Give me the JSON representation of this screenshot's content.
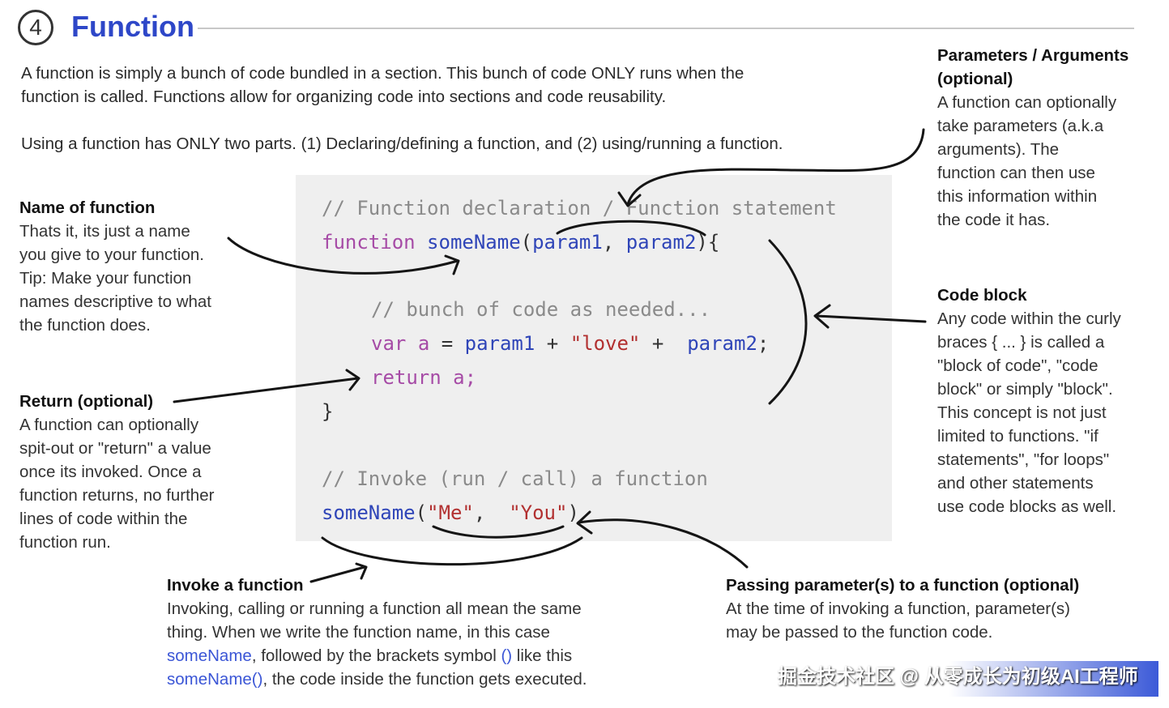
{
  "header": {
    "number": "4",
    "title": "Function"
  },
  "intro": {
    "line1": "A function is simply a bunch of code bundled in a section. This bunch of code ONLY runs when the",
    "line2": "function is called. Functions allow for organizing code into sections and code reusability.",
    "line3": "Using a function has ONLY two parts. (1) Declaring/defining a function, and (2) using/running a function."
  },
  "code": {
    "comment_declaration": "// Function declaration / Function statement",
    "kw_function": "function",
    "fn_name": "someName",
    "paren_open": "(",
    "param1": "param1",
    "comma": ",",
    "param2": "param2",
    "paren_close_brace": "){",
    "comment_body": "// bunch of code as needed...",
    "kw_var": "var",
    "var_a": "a",
    "equals": "=",
    "use_param1": "param1",
    "plus1": "+",
    "str_love": "\"love\"",
    "plus2": "+",
    "use_param2": "param2",
    "semicolon": ";",
    "kw_return": "return",
    "return_a": "a;",
    "brace_close": "}",
    "comment_invoke": "// Invoke (run / call) a function",
    "invoke_name": "someName",
    "invoke_open": "(",
    "arg_me": "\"Me\"",
    "invoke_comma": ",",
    "arg_you": "\"You\"",
    "invoke_close": ")"
  },
  "notes": {
    "name_of_function": {
      "title": "Name of function",
      "lines": [
        "Thats it, its just a name",
        "you give to your function.",
        "Tip: Make your function",
        "names descriptive to what",
        "the function does."
      ]
    },
    "return": {
      "title": "Return (optional)",
      "lines": [
        "A function can optionally",
        "spit-out or \"return\" a value",
        "once its invoked. Once a",
        "function returns, no further",
        "lines of code within the",
        "function run."
      ]
    },
    "parameters": {
      "title_line1": "Parameters / Arguments",
      "title_line2": "(optional)",
      "lines": [
        "A function can optionally",
        "take parameters (a.k.a",
        "arguments). The",
        "function can then use",
        "this information within",
        "the code it has."
      ]
    },
    "code_block": {
      "title": "Code block",
      "lines": [
        "Any code within the curly",
        "braces { ... } is called a",
        "\"block of code\", \"code",
        "block\" or simply \"block\".",
        "This concept is not just",
        "limited to functions. \"if",
        "statements\", \"for loops\"",
        "and other statements",
        "use code blocks as well."
      ]
    },
    "invoke": {
      "title": "Invoke a function",
      "line1": "Invoking, calling or running a function all mean the same",
      "line2": "thing. When we write the function name, in this case",
      "line3_blue": "someName",
      "line3_rest_a": ", followed by the brackets symbol ",
      "line3_blue2": "()",
      "line3_rest_b": " like this",
      "line4_blue": "someName()",
      "line4_rest": ", the code inside the function gets executed."
    },
    "passing": {
      "title": "Passing parameter(s) to a function (optional)",
      "lines": [
        "At the time of invoking a function, parameter(s)",
        "may be passed to the function code."
      ]
    }
  },
  "watermark": "掘金技术社区 @ 从零成长为初级AI工程师"
}
